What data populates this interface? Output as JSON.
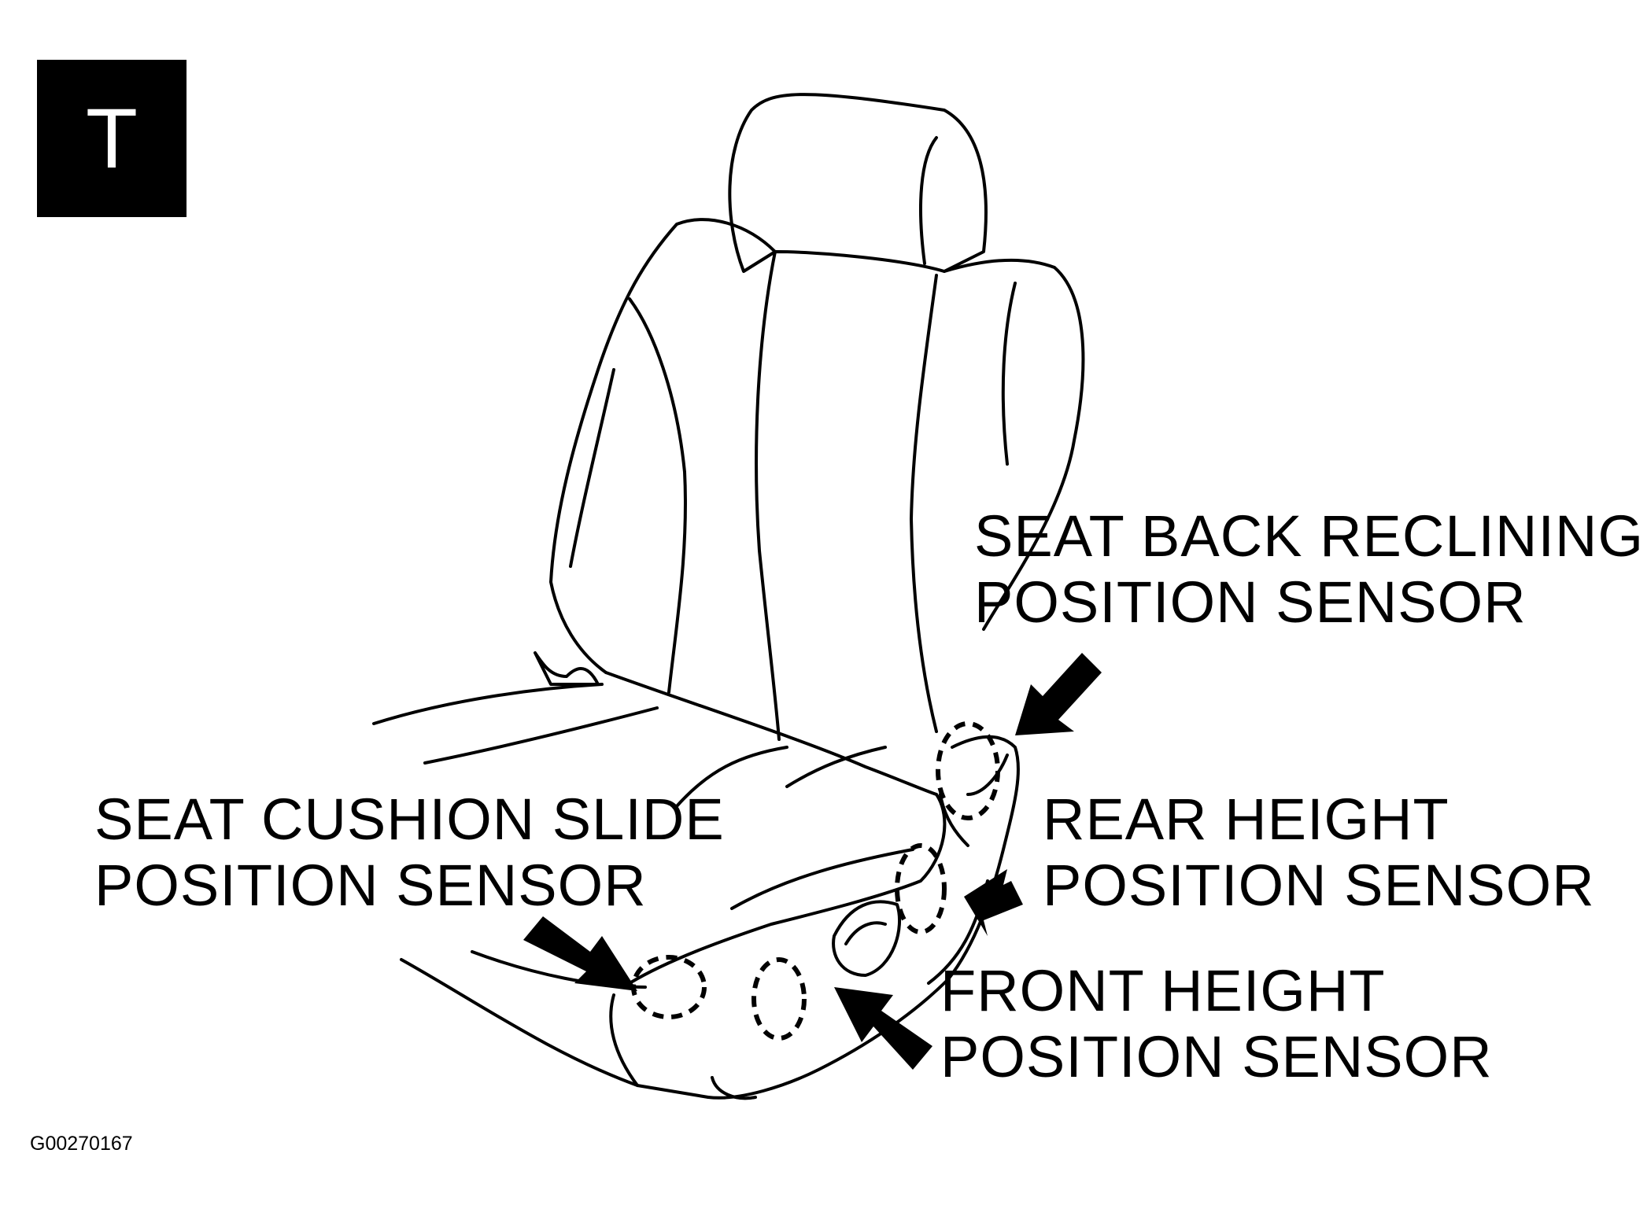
{
  "badge": {
    "letter": "T"
  },
  "labels": {
    "seat_back": {
      "line1": "SEAT BACK RECLINING",
      "line2": "POSITION SENSOR"
    },
    "cushion_slide": {
      "line1": "SEAT CUSHION SLIDE",
      "line2": "POSITION SENSOR"
    },
    "rear_height": {
      "line1": "REAR HEIGHT",
      "line2": "POSITION SENSOR"
    },
    "front_height": {
      "line1": "FRONT HEIGHT",
      "line2": "POSITION SENSOR"
    }
  },
  "figure_id": "G00270167",
  "colors": {
    "ink": "#000000",
    "background": "#ffffff"
  }
}
